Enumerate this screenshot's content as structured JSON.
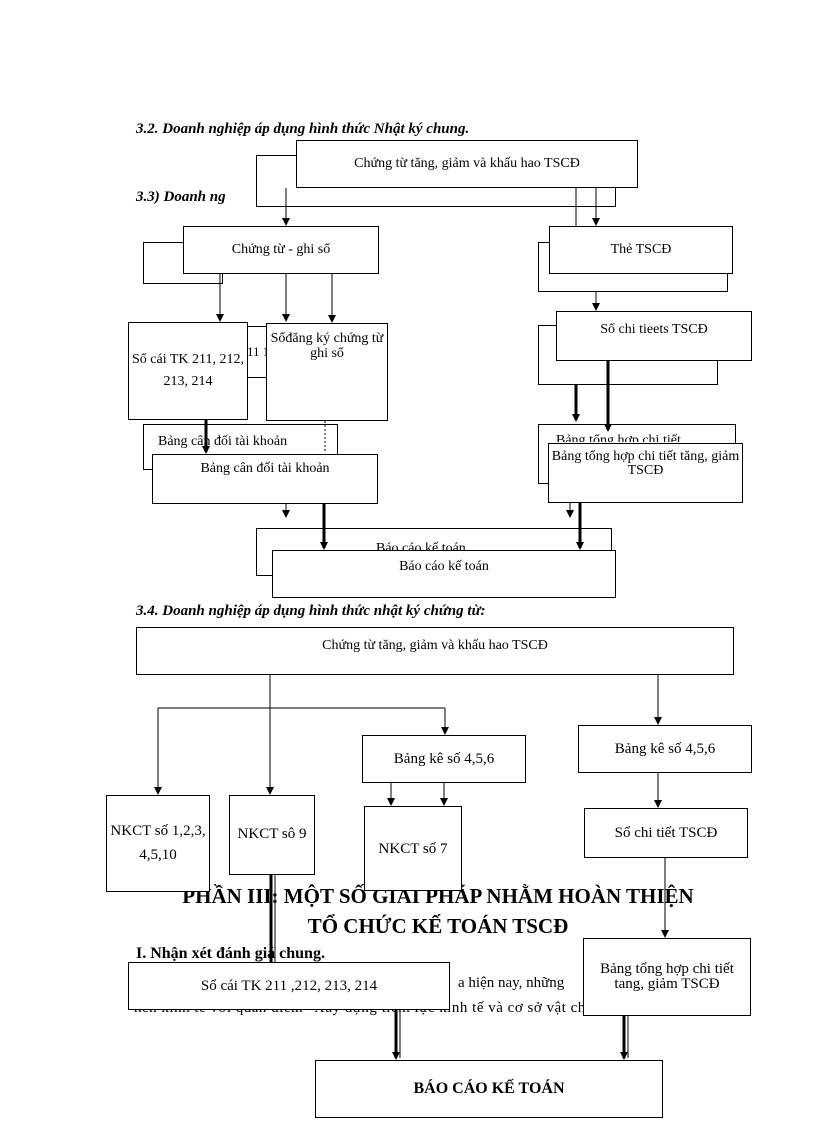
{
  "section_3_2": {
    "heading": "3.2. Doanh nghiệp áp dụng hình thức Nhật ký chung."
  },
  "section_3_3": {
    "heading": "3.3) Doanh ng",
    "heading_tail": "g",
    "top_box": "Chứng từ tăng, giảm và khấu hao TSCĐ",
    "voucher_box": "Chứng từ - ghi sổ",
    "asset_card": "Thẻ TSCĐ",
    "ledger_box": "Sổ cái TK 211, 212, 213, 214",
    "ledger_peek": "11 14",
    "register_box": "Sổđăng ký chứng từ ghi sổ",
    "detail_ledger": "Sổ chi tieets TSCĐ",
    "trial_balance_back": "Bảng cân đối tài khoản",
    "trial_balance": "Bảng cân đối tài khoản",
    "summary_back": "Bảng tổng hợp chi tiết",
    "summary": "Bảng tổng hợp chi tiết tăng, giảm  TSCĐ",
    "report_back": "Báo cáo kế toán",
    "report": "Báo cáo kế toán"
  },
  "section_3_4": {
    "heading": "3.4. Doanh nghiệp áp dụng hình thức nhật ký chứng từ:",
    "top_box": "Chứng từ tăng, giảm và khấu hao TSCĐ",
    "nkct_1": "NKCT số 1,2,3, 4,5,10",
    "nkct_9": "NKCT sô 9",
    "table_mid": "Bảng kê số 4,5,6",
    "nkct_7": "NKCT số 7",
    "table_right": "Bảng kê số 4,5,6",
    "detail_ledger": "Sổ chi tiết TSCĐ",
    "summary": "Bảng tổng hợp chi tiết tang, giảm TSCĐ",
    "ledger": "Sổ cái TK 211 ,212,  213, 214",
    "report": "BÁO CÁO KẾ TOÁN"
  },
  "part3": {
    "title_line1": "PHẦN III: MỘT SỐ GIẢI PHÁP NHẰM HOÀN THIỆN",
    "title_line2": "TỔ CHỨC KẾ TOÁN TSCĐ",
    "sub_heading": "I. Nhận xét đánh giá chung.",
    "body_line1": "a hiện nay, những",
    "body_line2": "nền kinh tế với quan điểm \"Xây dựng tiềm lực kinh tế và   cơ sở vật chất   kỹ"
  }
}
